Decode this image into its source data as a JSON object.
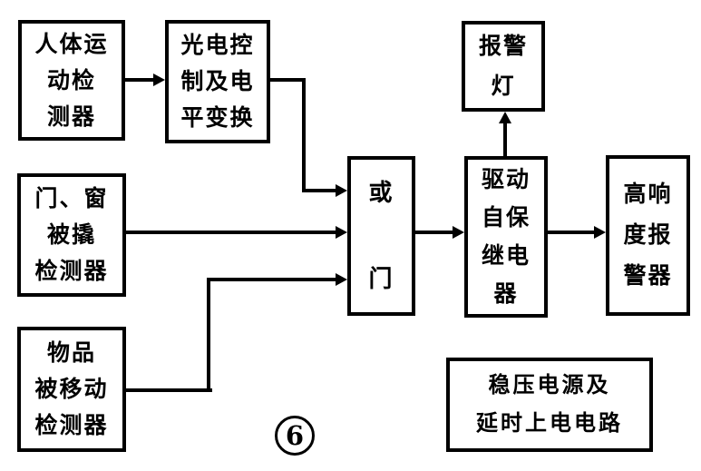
{
  "figure_number": "6",
  "colors": {
    "ink": "#000000",
    "paper": "#ffffff"
  },
  "nodes": {
    "human_motion_detector": {
      "label": "人体运\n动检\n测器"
    },
    "photoelectric_control_level_conversion": {
      "label": "光电控\n制及电\n平变换"
    },
    "alarm_lamp": {
      "label": "报警\n灯"
    },
    "door_window_pry_detector": {
      "label": "门、窗\n被撬\n检测器"
    },
    "item_moved_detector": {
      "label": "物品\n被移动\n检测器"
    },
    "or_gate": {
      "label": "或\n门"
    },
    "drive_self_holding_relay": {
      "label": "驱动\n自保\n继电\n器"
    },
    "high_loudness_alarm": {
      "label": "高响\n度报\n警器"
    },
    "regulated_power_delay_circuit": {
      "label": "稳压电源及\n延时上电电路"
    }
  },
  "edges": [
    {
      "from": "human_motion_detector",
      "to": "photoelectric_control_level_conversion"
    },
    {
      "from": "photoelectric_control_level_conversion",
      "to": "or_gate"
    },
    {
      "from": "door_window_pry_detector",
      "to": "or_gate"
    },
    {
      "from": "item_moved_detector",
      "to": "or_gate"
    },
    {
      "from": "or_gate",
      "to": "drive_self_holding_relay"
    },
    {
      "from": "drive_self_holding_relay",
      "to": "alarm_lamp"
    },
    {
      "from": "drive_self_holding_relay",
      "to": "high_loudness_alarm"
    }
  ]
}
